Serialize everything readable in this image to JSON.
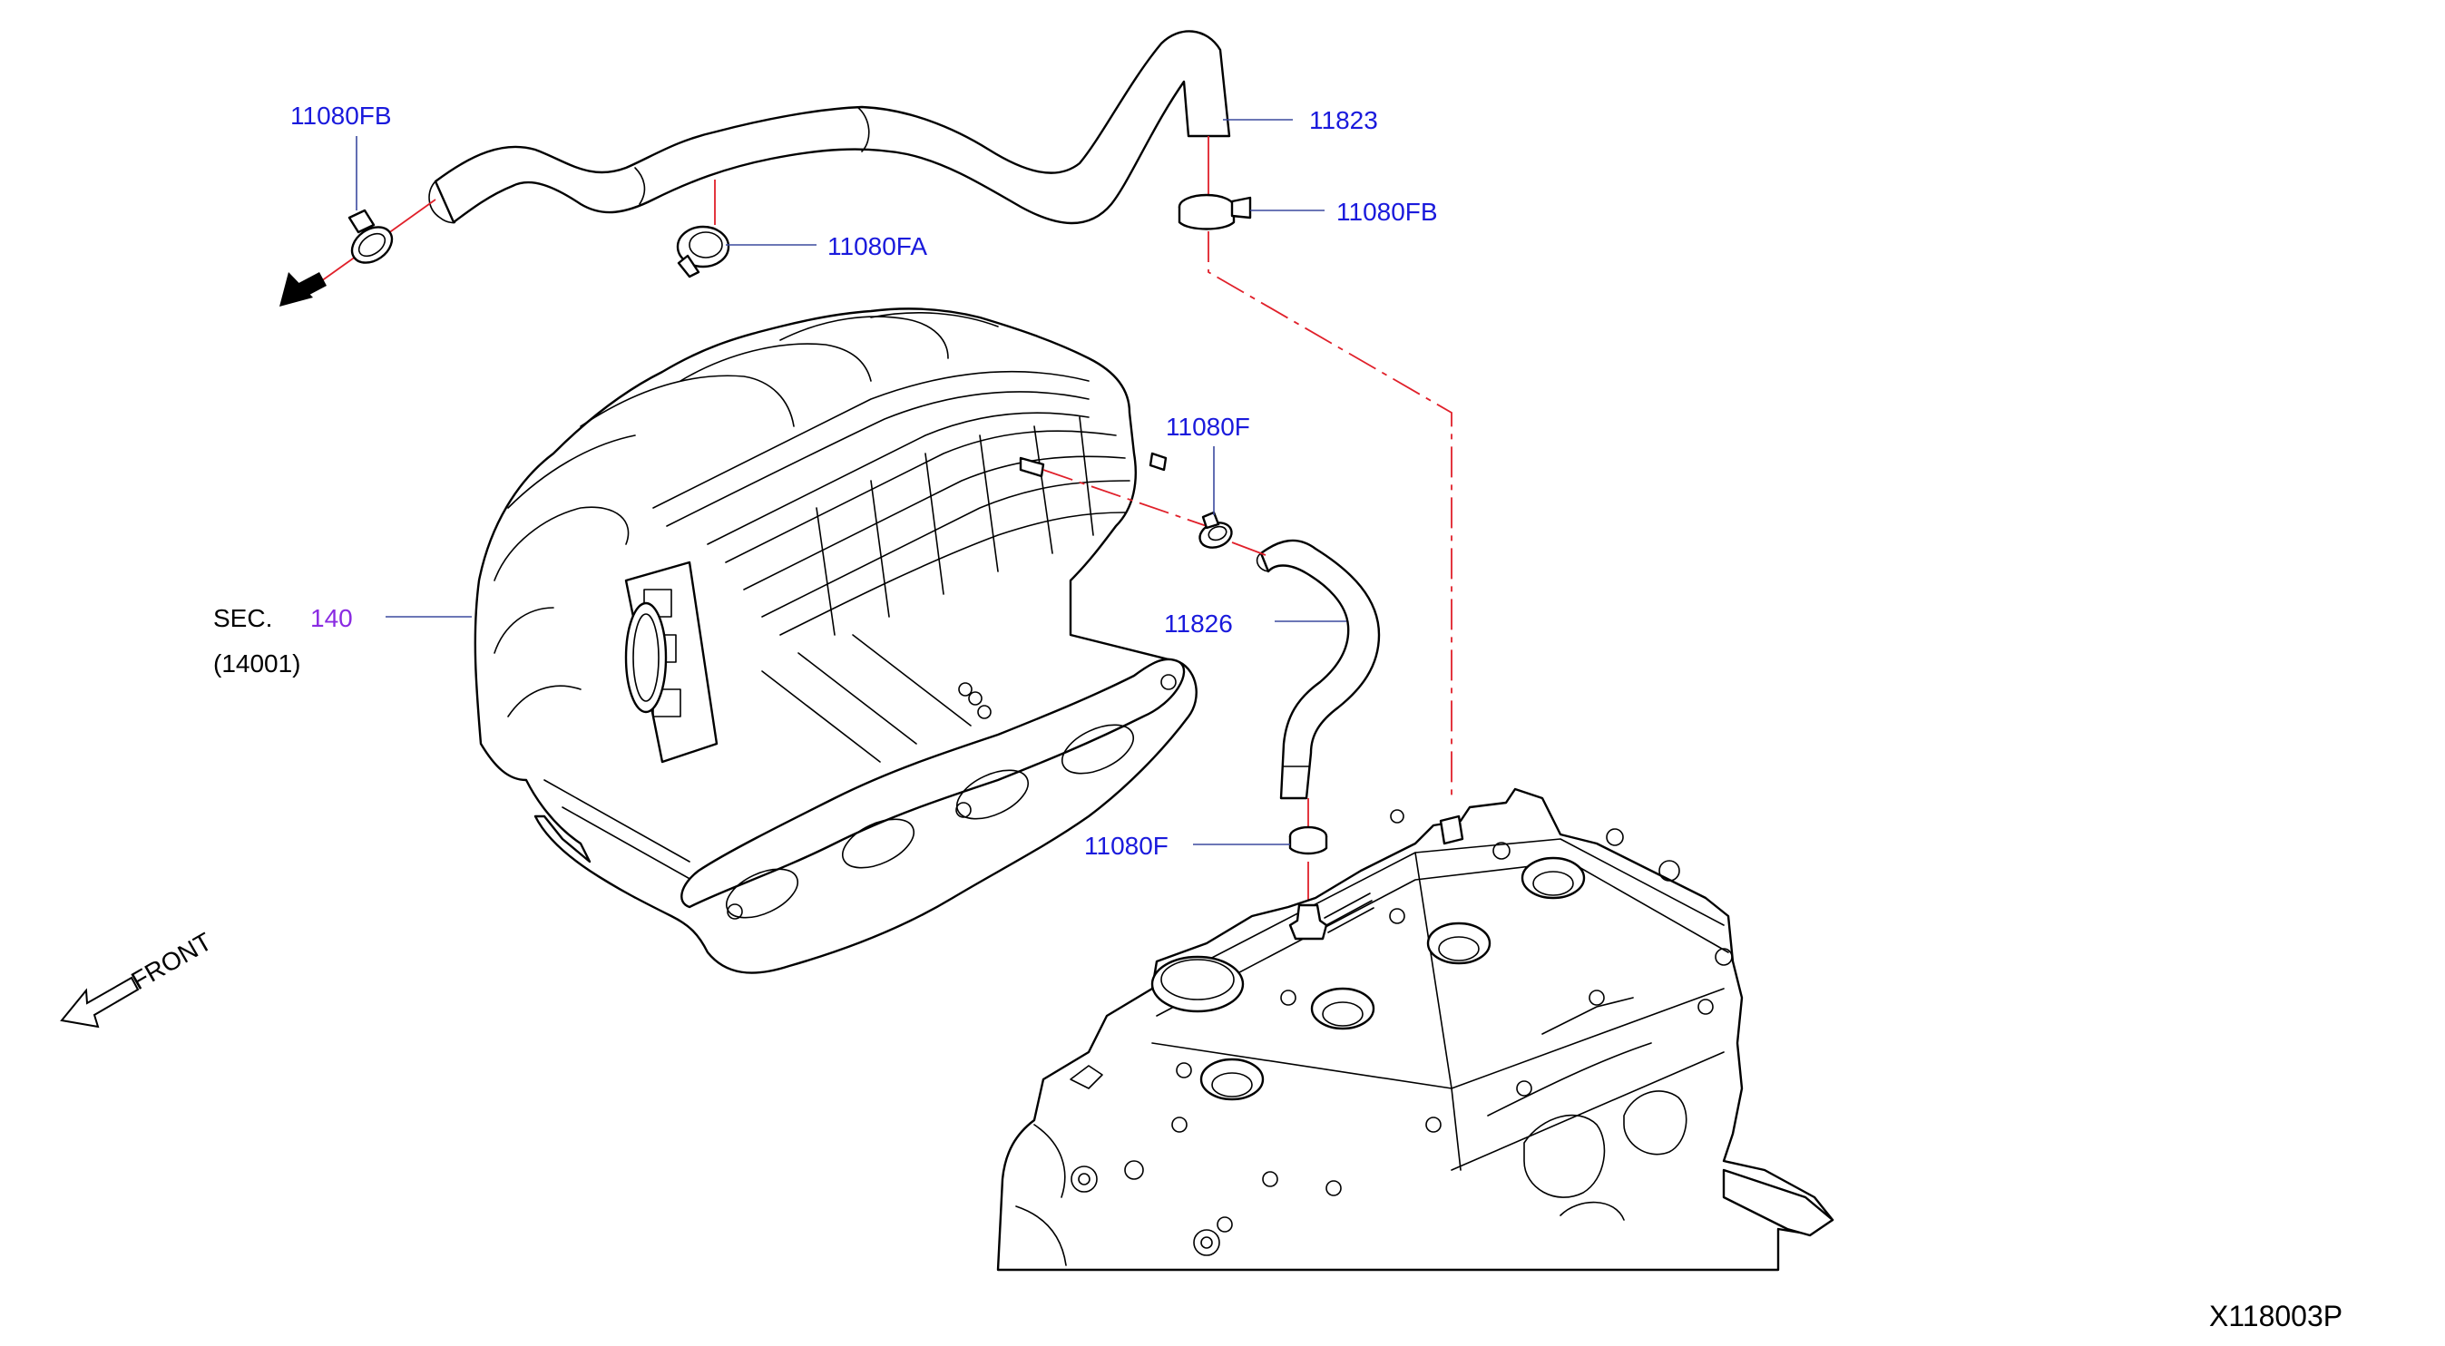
{
  "labels": {
    "clamp_fb_left": "11080FB",
    "hose_11823": "11823",
    "clamp_fb_right": "11080FB",
    "clamp_fa": "11080FA",
    "clamp_f_upper": "11080F",
    "hose_11826": "11826",
    "clamp_f_lower": "11080F",
    "sec_prefix": "SEC.",
    "sec_number": "140",
    "sec_sub": "(14001)",
    "front": "FRONT",
    "diagram_code": "X118003P"
  },
  "colors": {
    "part_number": "#1a1adc",
    "section_ref": "#8a2be2",
    "leader": "#3b4a9e",
    "connection_line": "#e0202a"
  },
  "icons": [
    "front-direction-arrow-icon",
    "flow-direction-arrow-icon"
  ]
}
